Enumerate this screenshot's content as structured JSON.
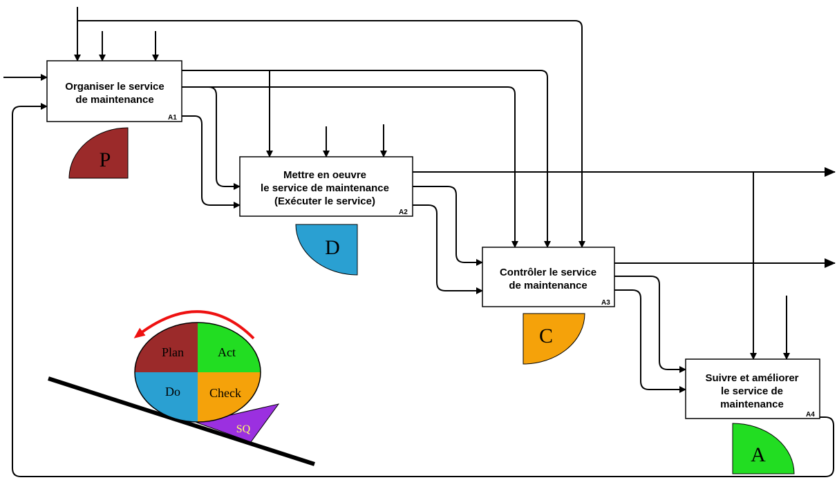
{
  "diagram": {
    "boxes": [
      {
        "id": "a1",
        "title_lines": [
          "Organiser le service",
          "de maintenance"
        ],
        "code": "A1"
      },
      {
        "id": "a2",
        "title_lines": [
          "Mettre en oeuvre",
          "le service de maintenance",
          "(Exécuter le service)"
        ],
        "code": "A2"
      },
      {
        "id": "a3",
        "title_lines": [
          "Contrôler le service",
          "de maintenance"
        ],
        "code": "A3"
      },
      {
        "id": "a4",
        "title_lines": [
          "Suivre et améliorer",
          "le service de",
          "maintenance"
        ],
        "code": "A4"
      }
    ],
    "phases": [
      {
        "letter": "P",
        "color": "#9b2a2a"
      },
      {
        "letter": "D",
        "color": "#2aa0d2"
      },
      {
        "letter": "C",
        "color": "#f5a20a"
      },
      {
        "letter": "A",
        "color": "#22dd22"
      }
    ],
    "pdca": {
      "plan": "Plan",
      "act": "Act",
      "do": "Do",
      "check": "Check",
      "sq": "SQ",
      "colors": {
        "plan": "#9b2a2a",
        "act": "#22dd22",
        "do": "#2aa0d2",
        "check": "#f5a20a",
        "sq": "#9b30e0",
        "rotation_arrow": "#ee1111"
      }
    }
  }
}
